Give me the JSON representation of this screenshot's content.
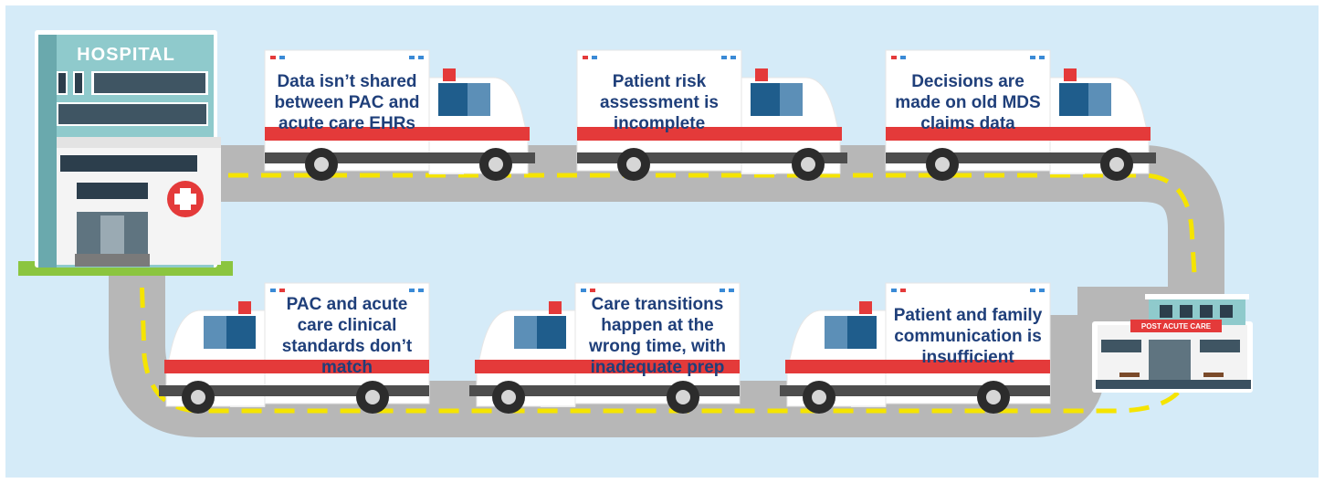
{
  "hospital": {
    "sign": "HOSPITAL"
  },
  "post_acute": {
    "sign": "POST ACUTE CARE"
  },
  "ambulances": [
    {
      "text": "Data isn’t shared between PAC and acute care EHRs"
    },
    {
      "text": "Patient risk assessment is incomplete"
    },
    {
      "text": "Decisions are made on old MDS claims data"
    },
    {
      "text": "PAC and acute care clinical standards don’t match"
    },
    {
      "text": "Care transitions happen at the wrong time, with inadequate prep"
    },
    {
      "text": "Patient and family communication is insufficient"
    }
  ],
  "colors": {
    "background": "#d5ebf8",
    "road": "#b7b7b7",
    "road_dash": "#f5e400",
    "text": "#1f3f7a",
    "ambulance_stripe": "#e43a3a",
    "building": "#8cc8cc"
  }
}
